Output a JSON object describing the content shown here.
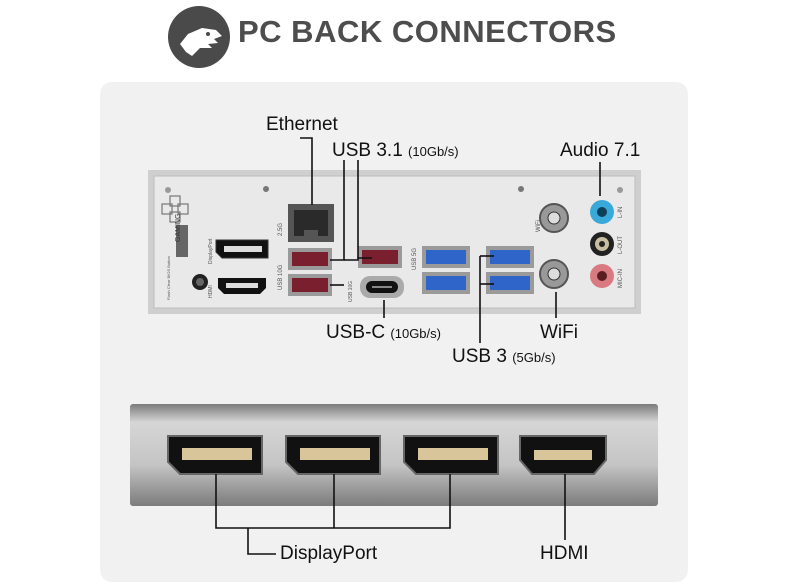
{
  "header": {
    "title": "PC BACK CONNECTORS",
    "logo_icon": "dinosaur-head-icon"
  },
  "labels": {
    "ethernet": "Ethernet",
    "usb31": "USB 3.1",
    "usb31_speed": "(10Gb/s)",
    "audio": "Audio 7.1",
    "usbc": "USB-C",
    "usbc_speed": "(10Gb/s)",
    "usb3": "USB 3",
    "usb3_speed": "(5Gb/s)",
    "wifi": "WiFi",
    "displayport": "DisplayPort",
    "hdmi": "HDMI"
  },
  "io_panel": {
    "gaming": "GAMING",
    "displayport_small": "DisplayPort",
    "hdmi_small": "HDMI",
    "eth_speed": "2.5G",
    "usb10g": "USB 10G",
    "usb5g": "USB 5G",
    "usb_c_10g": "USB 10G",
    "wifi_small": "WiFi",
    "audio_lin": "L-IN",
    "audio_lout": "L-OUT",
    "audio_mic": "MIC-IN",
    "clear_bios": "Flash Clear BIOS Button"
  },
  "colors": {
    "background": "#ffffff",
    "panel": "#f1f1f1",
    "usb3_blue": "#2f64c8",
    "usb31_red": "#8b2a3a",
    "audio_blue": "#38a9d8",
    "audio_green": "#222222",
    "audio_pink": "#d97a80"
  }
}
